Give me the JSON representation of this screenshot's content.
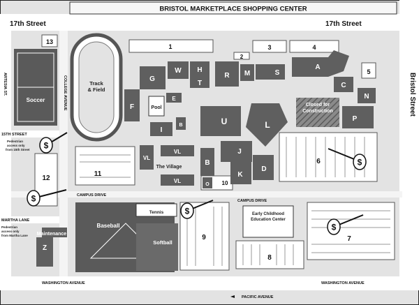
{
  "streets": {
    "top": "BRISTOL MARKETPLACE SHOPPING CENTER",
    "st17_left": "17th Street",
    "st17_right": "17th Street",
    "bristol": "Bristol Street",
    "artesia": "ARTESIA ST.",
    "college": "COLLEGE AVENUE",
    "st15": "15TH STREET",
    "martha": "MARTHA LANE",
    "campus_drive_left": "CAMPUS DRIVE",
    "campus_drive_right": "CAMPUS DRIVE",
    "washington_left": "WASHINGTON AVENUE",
    "washington_right": "WASHINGTON AVENUE",
    "pacific": "PACIFIC AVENUE"
  },
  "notes": {
    "ped15": [
      "Pedestrian",
      "access only",
      "from 15th Street"
    ],
    "pedMartha": [
      "Pedestrian",
      "access only",
      "from Martha Lane"
    ]
  },
  "places": {
    "track": [
      "Track",
      "& Field"
    ],
    "soccer": "Soccer",
    "pool": "Pool",
    "village": "The Village",
    "baseball": "Baseball",
    "softball": "Softball",
    "tennis": "Tennis",
    "maintenance": "Maintenance",
    "closed": [
      "Closed for",
      "Construction"
    ],
    "early": [
      "Early Childhood",
      "Education Center"
    ]
  },
  "buildings": {
    "A": "A",
    "B": "B",
    "B2": "B",
    "C": "C",
    "D": "D",
    "E": "E",
    "F": "F",
    "G": "G",
    "H": "H",
    "I": "I",
    "J": "J",
    "K": "K",
    "L": "L",
    "M": "M",
    "N": "N",
    "O": "O",
    "P": "P",
    "R": "R",
    "S": "S",
    "T": "T",
    "U": "U",
    "V": "V",
    "W": "W",
    "Z": "Z",
    "VL1": "VL",
    "VL2": "VL",
    "VL3": "VL"
  },
  "lots": [
    "1",
    "2",
    "3",
    "4",
    "5",
    "6",
    "7",
    "8",
    "9",
    "10",
    "11",
    "12",
    "13"
  ],
  "pay_icon": "dollar-sign",
  "pay_symbol": "$"
}
